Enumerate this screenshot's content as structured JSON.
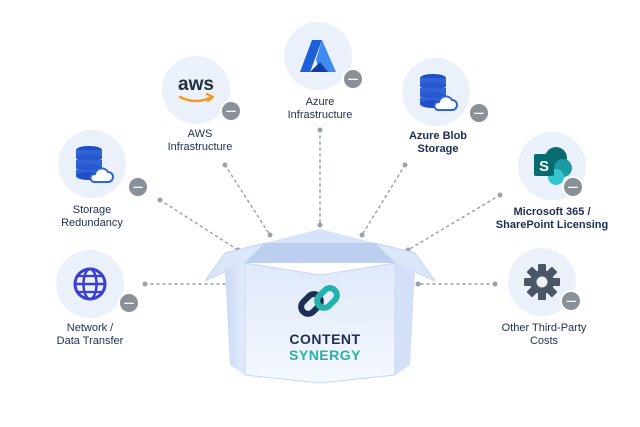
{
  "brand": {
    "line1": "CONTENT",
    "line2": "SYNERGY"
  },
  "nodes": [
    {
      "id": "network",
      "line1": "Network /",
      "line2": "Data Transfer",
      "icon": "globe-icon"
    },
    {
      "id": "storage-redundancy",
      "line1": "Storage",
      "line2": "Redundancy",
      "icon": "database-cloud-icon"
    },
    {
      "id": "aws",
      "line1": "AWS",
      "line2": "Infrastructure",
      "icon": "aws-logo-icon"
    },
    {
      "id": "azure",
      "line1": "Azure",
      "line2": "Infrastructure",
      "icon": "azure-logo-icon"
    },
    {
      "id": "azure-blob",
      "line1": "Azure Blob",
      "line2": "Storage",
      "icon": "database-cloud-icon"
    },
    {
      "id": "microsoft-365",
      "line1": "Microsoft 365 /",
      "line2": "SharePoint Licensing",
      "icon": "sharepoint-icon"
    },
    {
      "id": "other",
      "line1": "Other Third-Party",
      "line2": "Costs",
      "icon": "gear-icon"
    }
  ],
  "aws_logo_text": "aws",
  "colors": {
    "accent_blue": "#2f64d6",
    "teal": "#25b2a8",
    "navy": "#1d2f52",
    "circle_bg": "#eaf1fb",
    "minus_badge": "#8a9097"
  }
}
